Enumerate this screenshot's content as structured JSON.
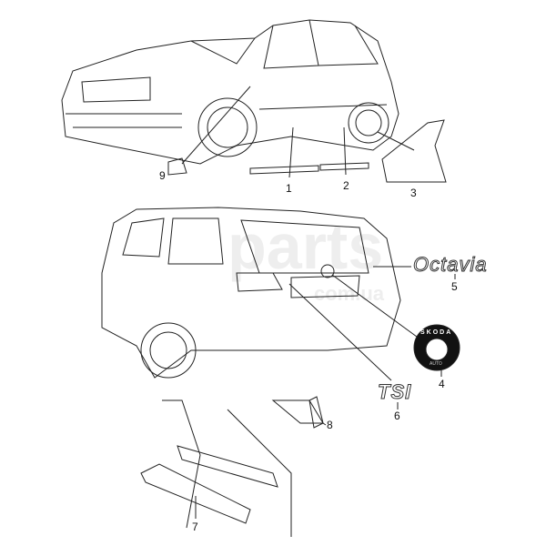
{
  "watermark": {
    "main": "parts",
    "sub": "com.ua"
  },
  "emblems": {
    "octavia": "Octavia",
    "tsi": "TSI",
    "skoda_top": "SKODA",
    "skoda_bottom": "AUTO"
  },
  "callouts": [
    "1",
    "2",
    "3",
    "4",
    "5",
    "6",
    "7",
    "8",
    "9"
  ],
  "colors": {
    "line": "#222222",
    "badge": "#111111",
    "watermark": "#eeeeee"
  }
}
